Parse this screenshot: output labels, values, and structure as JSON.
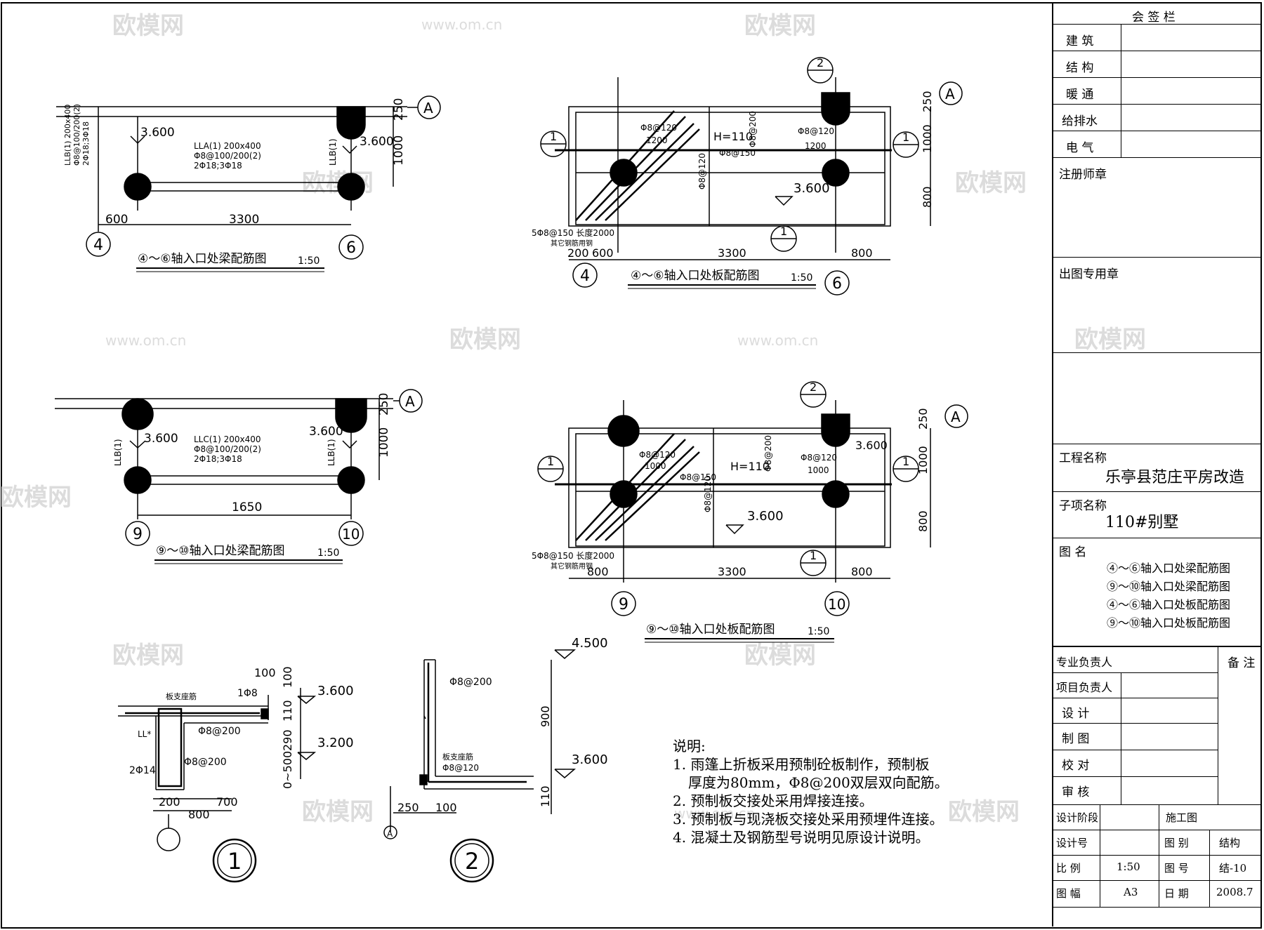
{
  "title_block": {
    "countersign": "会 签 栏",
    "disciplines": [
      "建 筑",
      "结 构",
      "暖 通",
      "给排水",
      "电 气"
    ],
    "registered_engineer_seal": "注册师章",
    "drawing_release_seal": "出图专用章",
    "project_name_label": "工程名称",
    "project_name": "乐亭县范庄平房改造",
    "subitem_label": "子项名称",
    "subitem": "110#别墅",
    "drawing_name_label": "图 名",
    "drawing_names": [
      "④～⑥轴入口处梁配筋图",
      "⑨～⑩轴入口处梁配筋图",
      "④～⑥轴入口处板配筋图",
      "⑨～⑩轴入口处板配筋图"
    ],
    "remarks": "备 注",
    "roles": [
      "专业负责人",
      "项目负责人",
      "设 计",
      "制 图",
      "校 对",
      "审 核"
    ],
    "bottom": [
      {
        "label": "设计阶段",
        "value": "施工图"
      },
      {
        "label": "设计号",
        "value": "图 别",
        "extra": "结构"
      },
      {
        "label": "比 例",
        "value": "1:50",
        "mid": "图 号",
        "extra": "结-10"
      },
      {
        "label": "图 幅",
        "value": "A3",
        "mid": "日 期",
        "extra": "2008.7"
      }
    ]
  },
  "notes": {
    "heading": "说明:",
    "items": [
      "1. 雨篷上折板采用预制砼板制作，预制板",
      "   厚度为80mm，Φ8@200双层双向配筋。",
      "2. 预制板交接处采用焊接连接。",
      "3. 预制板与现浇板交接处采用预埋件连接。",
      "4. 混凝土及钢筋型号说明见原设计说明。"
    ]
  },
  "drawings": {
    "beam_4_6": {
      "title": "④～⑥轴入口处梁配筋图",
      "scale": "1:50",
      "axis_left": "4",
      "axis_right": "6",
      "axis_top": "A",
      "dim_left": "600",
      "dim_main": "3300",
      "dim_v1": "250",
      "dim_v2": "1000",
      "elev_left": "3.600",
      "elev_right": "3.600",
      "beam_label": [
        "LLA(1) 200x400",
        "Φ8@100/200(2)",
        "2Φ18;3Φ18"
      ],
      "col_left_label": "LLB(1) 200x400",
      "col_left_label2": "Φ8@100/200(2)",
      "col_left_label3": "2Φ18;3Φ18",
      "col_right_label": "LLB(1)"
    },
    "slab_4_6": {
      "title": "④～⑥轴入口处板配筋图",
      "scale": "1:50",
      "axis_left": "4",
      "axis_right": "6",
      "axis_top": "A",
      "dims_bottom": [
        "200",
        "600",
        "3300",
        "800"
      ],
      "dims_right": [
        "250",
        "1000",
        "800"
      ],
      "elev": "3.600",
      "thickness": "H=110",
      "labels": [
        "Φ8@120",
        "1200",
        "Φ8@150",
        "Φ8@200",
        "Φ8@120",
        "1200",
        "Φ8@120"
      ],
      "corner_bars": "5Φ8@150 长度2000",
      "corner_note": "其它钢筋用钢",
      "section_marks": [
        "1",
        "1",
        "1",
        "2"
      ]
    },
    "beam_9_10": {
      "title": "⑨～⑩轴入口处梁配筋图",
      "scale": "1:50",
      "axis_left": "9",
      "axis_right": "10",
      "axis_top": "A",
      "dim_main": "1650",
      "dim_v1": "250",
      "dim_v2": "1000",
      "elev_left": "3.600",
      "elev_right": "3.600",
      "beam_label": [
        "LLC(1) 200x400",
        "Φ8@100/200(2)",
        "2Φ18;3Φ18"
      ],
      "col_left_label": "LLB(1)",
      "col_right_label": "LLB(1)"
    },
    "slab_9_10": {
      "title": "⑨～⑩轴入口处板配筋图",
      "scale": "1:50",
      "axis_left": "9",
      "axis_right": "10",
      "axis_top": "A",
      "dims_bottom": [
        "800",
        "3300",
        "800"
      ],
      "dims_right": [
        "250",
        "1000",
        "800"
      ],
      "elev1": "3.600",
      "elev2": "3.600",
      "thickness": "H=110",
      "labels": [
        "Φ8@120",
        "1000",
        "Φ8@150",
        "Φ8@200",
        "Φ8@120",
        "1000",
        "Φ8@120"
      ],
      "corner_bars": "5Φ8@150 长度2000",
      "corner_note": "其它钢筋用钢",
      "section_marks": [
        "1",
        "1",
        "1",
        "2"
      ]
    },
    "section_1": {
      "mark": "1",
      "elevs": [
        "3.600",
        "3.200"
      ],
      "dims_v": [
        "100",
        "110",
        "290",
        "0~500"
      ],
      "dims_h": [
        "200",
        "700",
        "800",
        "100"
      ],
      "labels": [
        "板支座筋",
        "1Φ8",
        "Φ8@200",
        "Φ8@200",
        "2Φ14",
        "LL*"
      ]
    },
    "section_2": {
      "mark": "2",
      "axis": "A",
      "elevs": [
        "4.500",
        "3.600"
      ],
      "dims_v": [
        "900",
        "110"
      ],
      "dims_h": [
        "250",
        "100"
      ],
      "labels": [
        "Φ8@200",
        "板支座筋",
        "Φ8@120"
      ]
    }
  },
  "watermarks": [
    "欧模网",
    "www.om.cn"
  ]
}
